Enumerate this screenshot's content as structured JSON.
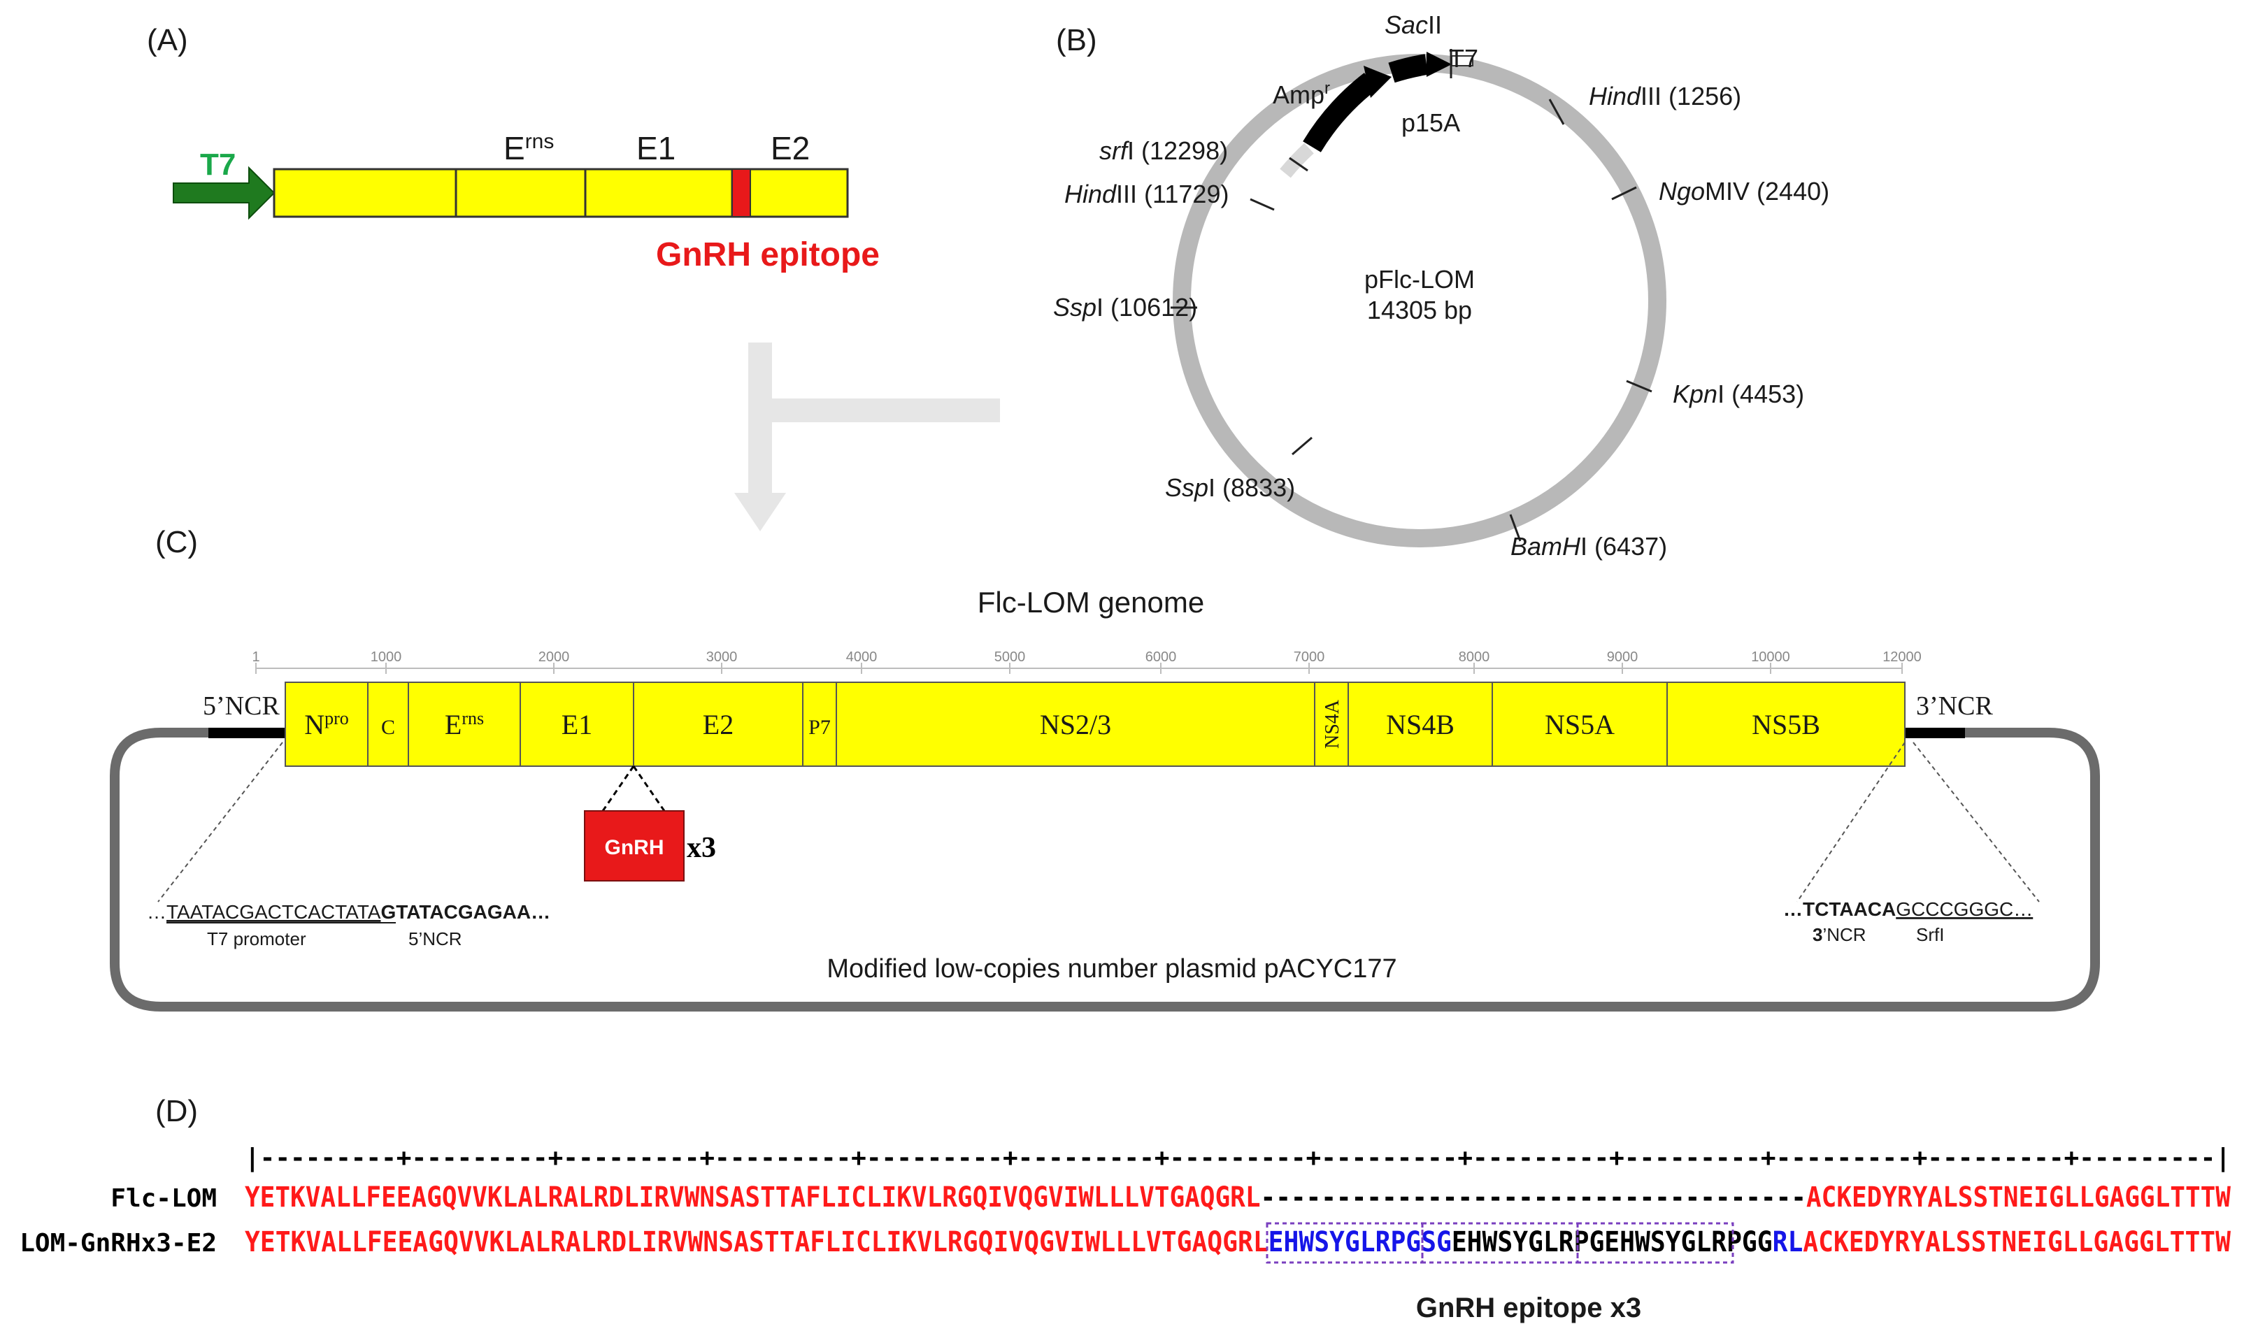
{
  "panelA": {
    "label": "(A)",
    "promoter": "T7",
    "seg_erns_base": "E",
    "seg_erns_sup": "rns",
    "seg_e1": "E1",
    "seg_e2": "E2",
    "epitope": "GnRH epitope",
    "colors": {
      "promoter": "#1f7a1f",
      "segment": "#ffff00",
      "epitope": "#e8191a"
    }
  },
  "panelB": {
    "label": "(B)",
    "plasmid_name": "pFlc-LOM",
    "plasmid_size": "14305 bp",
    "features": {
      "amp": "Amp",
      "amp_sup": "r",
      "p15a": "p15A",
      "t7": "T7"
    },
    "sites": [
      {
        "italic": "Sac",
        "rest": "II"
      },
      {
        "italic": "Hind",
        "rest": "III (1256)"
      },
      {
        "italic": "Ngo",
        "rest": "MIV (2440)"
      },
      {
        "italic": "Kpn",
        "rest": "I (4453)"
      },
      {
        "italic": "BamH",
        "rest": "I (6437)"
      },
      {
        "italic": "Ssp",
        "rest": "I (8833)"
      },
      {
        "italic": "Ssp",
        "rest": "I (10612)"
      },
      {
        "italic": "Hind",
        "rest": "III (11729)"
      },
      {
        "italic": "srf",
        "rest": "I (12298)"
      }
    ]
  },
  "panelC": {
    "label": "(C)",
    "title": "Flc-LOM genome",
    "ticks": [
      "1",
      "1000",
      "2000",
      "3000",
      "4000",
      "5000",
      "6000",
      "7000",
      "8000",
      "9000",
      "10000",
      "12000"
    ],
    "ncr5": "5’NCR",
    "ncr3": "3’NCR",
    "genes": [
      {
        "name": "N",
        "sup": "pro"
      },
      {
        "name": "C",
        "sup": ""
      },
      {
        "name": "E",
        "sup": "rns"
      },
      {
        "name": "E1",
        "sup": ""
      },
      {
        "name": "E2",
        "sup": ""
      },
      {
        "name": "P7",
        "sup": ""
      },
      {
        "name": "NS2/3",
        "sup": ""
      },
      {
        "name": "NS4A",
        "sup": ""
      },
      {
        "name": "NS4B",
        "sup": ""
      },
      {
        "name": "NS5A",
        "sup": ""
      },
      {
        "name": "NS5B",
        "sup": ""
      }
    ],
    "insert_label": "GnRH",
    "insert_mult": "x3",
    "seq5_prefix": "…",
    "seq5_t7": "TAATACGACTCACTATA",
    "seq5_ncr": "GTATACGAGAA…",
    "seq5_t7_label": "T7 promoter",
    "seq5_ncr_label": "5’NCR",
    "seq3_ncr": "…TCTAACA",
    "seq3_srf": "GCCCGGGC…",
    "seq3_ncr_label_bold": "3",
    "seq3_ncr_label_rest": "’NCR",
    "seq3_srf_label": "SrfI",
    "plasmid_label": "Modified low-copies number plasmid pACYC177",
    "colors": {
      "gene": "#ffff00",
      "insert": "#e8191a",
      "backbone": "#666666"
    }
  },
  "panelD": {
    "label": "(D)",
    "ruler": "|---------+---------+---------+---------+---------+---------+---------+---------+---------+---------+---------+---------+---------|",
    "row1_name": "Flc-LOM",
    "row1_a": "YETKVALLFEEAGQVVKLALRALRDLIRVWNSASTTAFLICLIKVLRGQIVQGVIWLLLVTGAQGRL",
    "row1_gap": "------------------------------------",
    "row1_b": "ACKEDYRYALSSTNEIGLLGAGGLTTTW",
    "row2_name": "LOM-GnRHx3-E2",
    "row2_a": "YETKVALLFEEAGQVVKLALRALRDLIRVWNSASTTAFLICLIKVLRGQIVQGVIWLLLVTGAQGRL",
    "row2_ins1": "EHWSYGLRPGSG",
    "row2_ins2": "EHWSYGLRPG",
    "row2_ins3": "EHWSYGLRPGG",
    "row2_ins4": "RL",
    "row2_b": "ACKEDYRYALSSTNEIGLLGAGGLTTTW",
    "caption": "GnRH epitope x3",
    "colors": {
      "conserved": "#ff1a1a",
      "insert_blue": "#1515e8",
      "insert_black": "#000000",
      "box": "#7a3fbf"
    }
  }
}
